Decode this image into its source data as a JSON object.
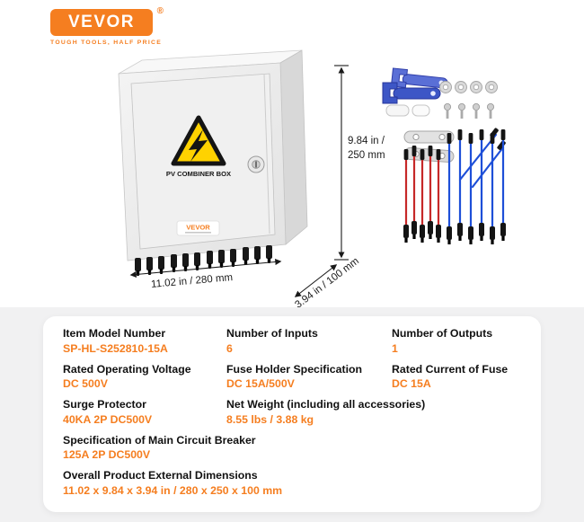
{
  "brand": {
    "name": "VEVOR",
    "registered": "®",
    "tagline": "TOUGH TOOLS, HALF PRICE"
  },
  "product_photo": {
    "warning_text": "PV COMBINER BOX",
    "door_label": "VEVOR"
  },
  "dimensions": {
    "height_line1": "9.84 in /",
    "height_line2": "250 mm",
    "width": "11.02 in / 280 mm",
    "depth": "3.94 in / 100 mm"
  },
  "specs": [
    {
      "label": "Item Model Number",
      "value": "SP-HL-S252810-15A"
    },
    {
      "label": "Number of Inputs",
      "value": "6"
    },
    {
      "label": "Number of Outputs",
      "value": "1"
    },
    {
      "label": "Rated Operating Voltage",
      "value": "DC 500V"
    },
    {
      "label": "Fuse Holder Specification",
      "value": "DC 15A/500V"
    },
    {
      "label": "Rated Current of Fuse",
      "value": "DC 15A"
    },
    {
      "label": "Surge Protector",
      "value": "40KA 2P DC500V"
    },
    {
      "label": "Net Weight (including all accessories)",
      "value": "8.55 lbs / 3.88 kg"
    },
    {
      "label": "Specification of Main Circuit Breaker",
      "value": "125A 2P DC500V"
    },
    {
      "label": "Overall Product External Dimensions",
      "value": "11.02 x 9.84 x 3.94 in / 280 x 250 x 100 mm"
    }
  ],
  "colors": {
    "brand_orange": "#f57e20",
    "value_orange": "#f57e20",
    "warning_yellow": "#ffd200",
    "wrench_blue": "#3d56c6",
    "cable_red": "#c62828",
    "cable_blue": "#1e4fd8",
    "section_gray": "#f1f1f2"
  }
}
